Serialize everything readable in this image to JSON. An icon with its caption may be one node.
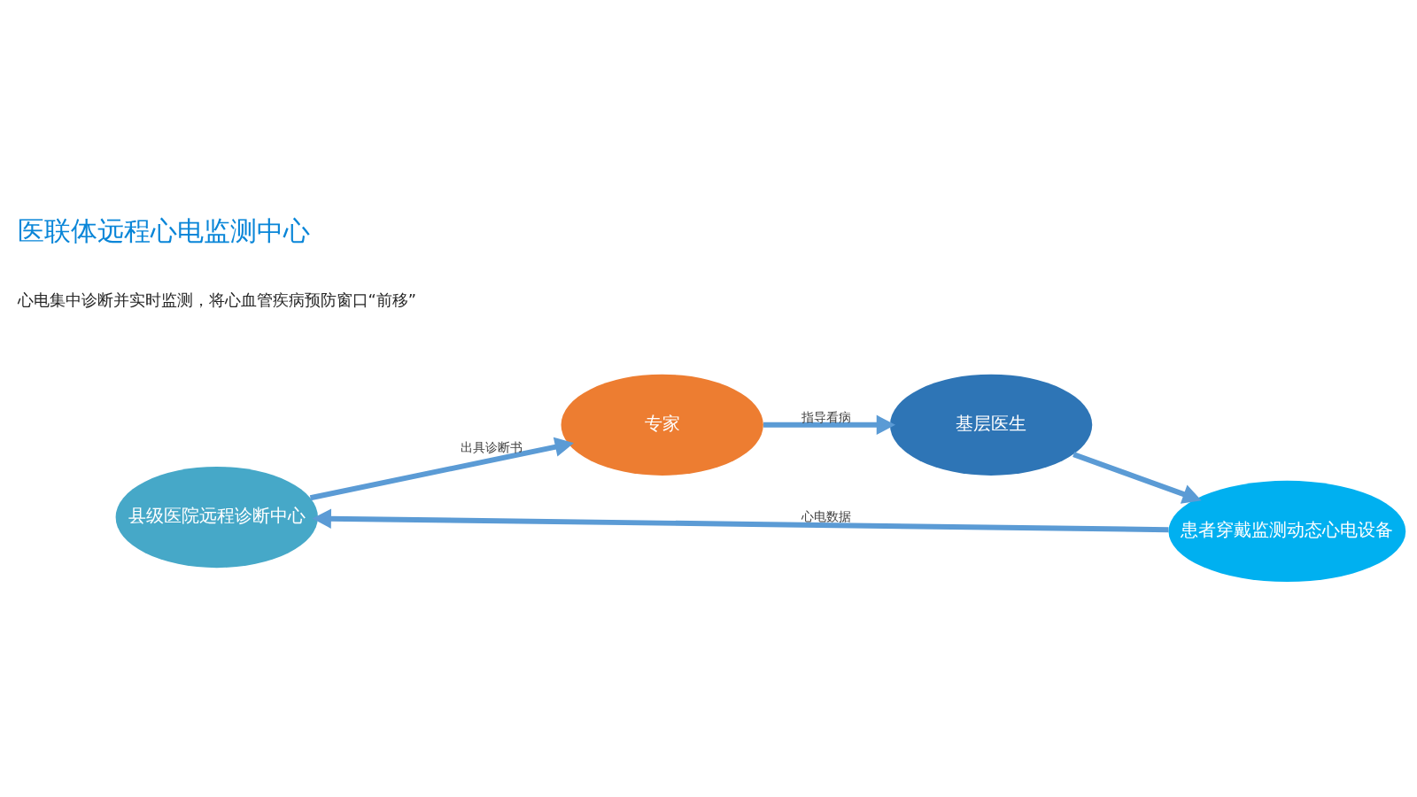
{
  "diagram": {
    "title": "医联体远程心电监测中心",
    "nodes": [
      {
        "text": [
          "县级医院远程诊断中心"
        ]
      },
      {
        "text": [
          "专家"
        ]
      },
      {
        "text": [
          "基层医生"
        ]
      },
      {
        "text": [
          "患者穿戴监测动态心电设备"
        ]
      }
    ],
    "edges": [
      {
        "from": 3,
        "to": 0,
        "arrow": "to",
        "label": "心电数据"
      },
      {
        "from": 0,
        "to": 1,
        "arrow": "to",
        "label": "出具诊断书"
      },
      {
        "from": 1,
        "to": 2,
        "arrow": "to",
        "label": "指导看病"
      },
      {
        "from": 2,
        "to": 3,
        "arrow": "to"
      }
    ],
    "labels": [
      "心电集中诊断并实时监测，将心血管疾病预防窗口“前移”"
    ]
  }
}
